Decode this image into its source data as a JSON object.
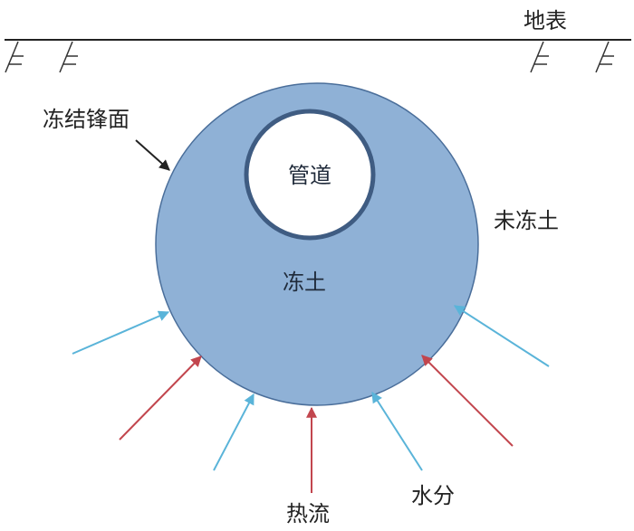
{
  "labels": {
    "surface": "地表",
    "freezing_front": "冻结锋面",
    "pipe": "管道",
    "frozen_soil": "冻土",
    "unfrozen_soil": "未冻土",
    "heat_flow": "热流",
    "moisture": "水分"
  },
  "colors": {
    "frozen_fill": "#8fb1d6",
    "frozen_edge": "#4a6e9a",
    "pipe_edge": "#3f5c82",
    "moisture_arrow": "#5ab4d9",
    "heat_arrow": "#c2464e",
    "line": "#222222"
  }
}
